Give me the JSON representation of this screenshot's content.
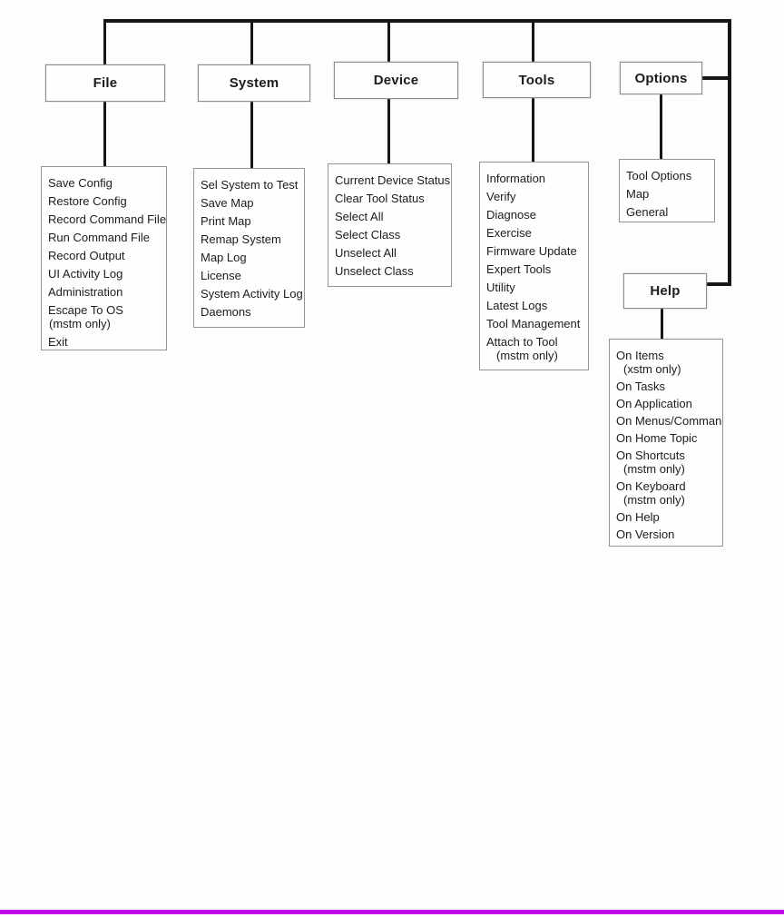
{
  "page": {
    "background": "#fdfdfd",
    "line_color": "#161616",
    "accent_line_color": "#C203E8"
  },
  "menus": [
    {
      "label": "File",
      "items": [
        {
          "text": "Save Config"
        },
        {
          "text": "Restore Config"
        },
        {
          "text": "Record Command File"
        },
        {
          "text": "Run Command File"
        },
        {
          "text": "Record Output"
        },
        {
          "text": "UI Activity Log"
        },
        {
          "text": "Administration"
        },
        {
          "text": "Escape To OS",
          "sub": "(mstm only)"
        },
        {
          "text": "Exit"
        }
      ]
    },
    {
      "label": "System",
      "items": [
        {
          "text": "Sel System to Test"
        },
        {
          "text": "Save Map"
        },
        {
          "text": "Print Map"
        },
        {
          "text": "Remap System"
        },
        {
          "text": "Map Log"
        },
        {
          "text": "License"
        },
        {
          "text": "System Activity Log"
        },
        {
          "text": "Daemons"
        }
      ]
    },
    {
      "label": "Device",
      "items": [
        {
          "text": "Current Device Status"
        },
        {
          "text": "Clear Tool Status"
        },
        {
          "text": "Select All"
        },
        {
          "text": "Select Class"
        },
        {
          "text": "Unselect All"
        },
        {
          "text": "Unselect Class"
        }
      ]
    },
    {
      "label": "Tools",
      "items": [
        {
          "text": "Information"
        },
        {
          "text": "Verify"
        },
        {
          "text": "Diagnose"
        },
        {
          "text": "Exercise"
        },
        {
          "text": "Firmware Update"
        },
        {
          "text": "Expert Tools"
        },
        {
          "text": "Utility"
        },
        {
          "text": "Latest Logs"
        },
        {
          "text": "Tool Management"
        },
        {
          "text": "Attach to Tool",
          "sub": "(mstm only)"
        }
      ]
    },
    {
      "label": "Options",
      "items": [
        {
          "text": "Tool Options"
        },
        {
          "text": "Map"
        },
        {
          "text": "General"
        }
      ]
    },
    {
      "label": "Help",
      "items": [
        {
          "text": "On Items",
          "sub": "(xstm only)"
        },
        {
          "text": "On Tasks"
        },
        {
          "text": "On Application"
        },
        {
          "text": "On Menus/Command"
        },
        {
          "text": "On Home Topic"
        },
        {
          "text": "On Shortcuts",
          "sub": "(mstm only)"
        },
        {
          "text": "On Keyboard",
          "sub": "(mstm only)"
        },
        {
          "text": "On Help"
        },
        {
          "text": "On Version"
        }
      ]
    }
  ]
}
